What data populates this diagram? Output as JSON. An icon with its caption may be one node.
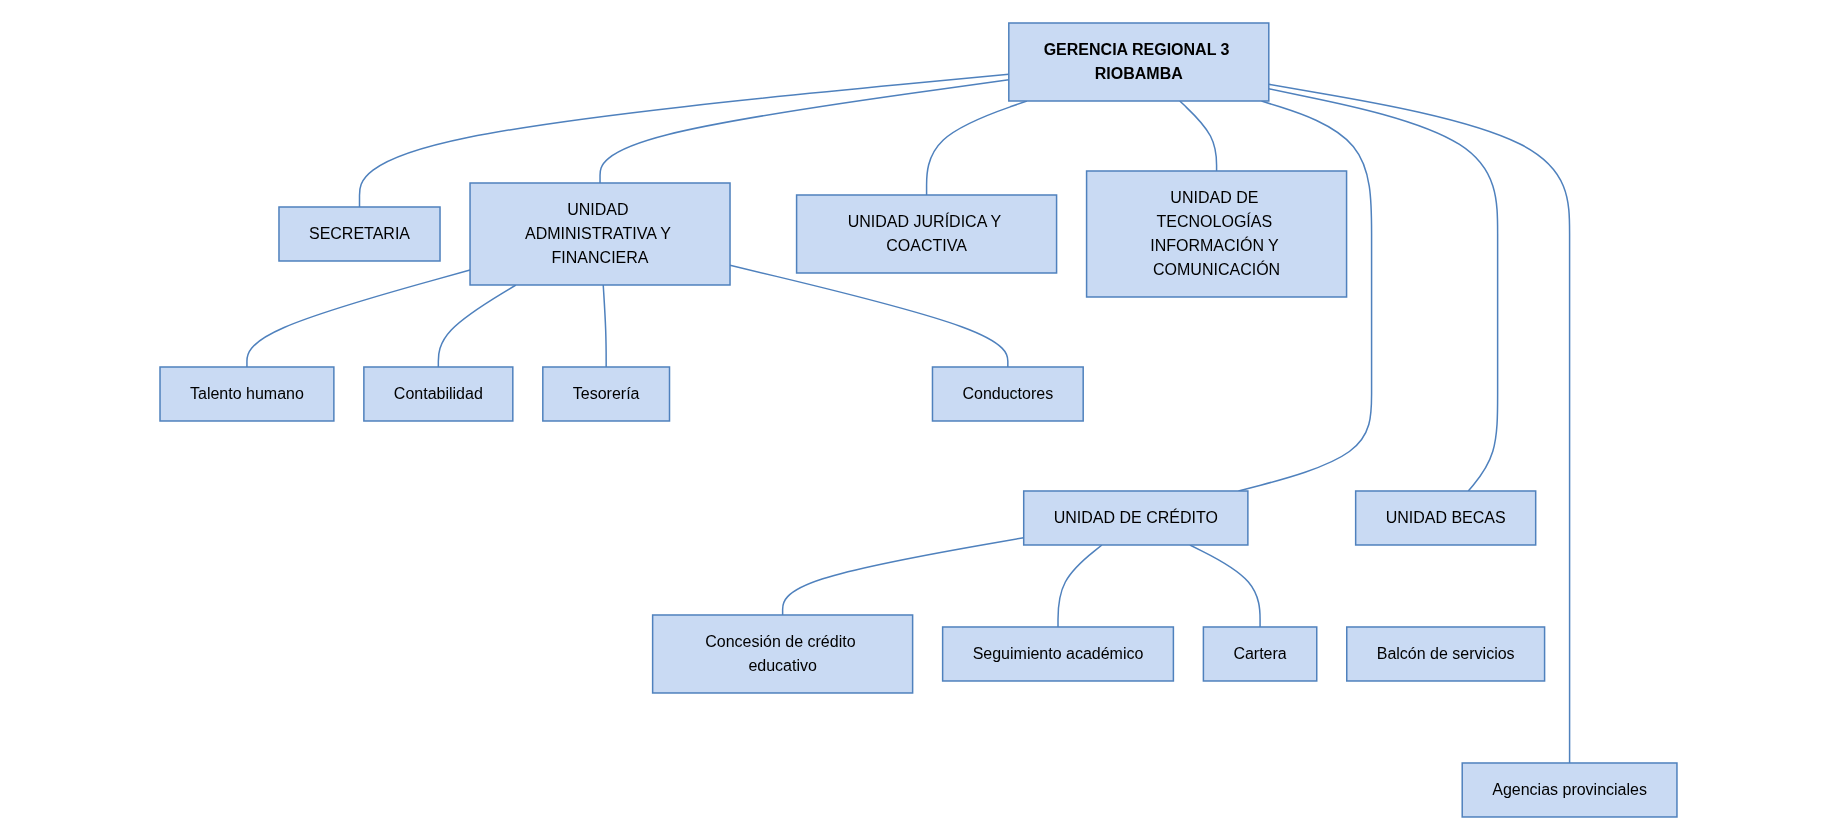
{
  "diagram": {
    "nodes": [
      {
        "text": [
          "GERENCIA REGIONAL 3 RIOBAMBA"
        ]
      },
      {
        "text": [
          "SECRETARIA"
        ]
      },
      {
        "text": [
          "UNIDAD ADMINISTRATIVA Y FINANCIERA"
        ]
      },
      {
        "text": [
          "UNIDAD JURÍDICA Y COACTIVA"
        ]
      },
      {
        "text": [
          "UNIDAD DE TECNOLOGÍAS INFORMACIÓN Y COMUNICACIÓN"
        ]
      },
      {
        "text": [
          "Talento humano"
        ]
      },
      {
        "text": [
          "Contabilidad"
        ]
      },
      {
        "text": [
          "Tesorería"
        ]
      },
      {
        "text": [
          "Conductores"
        ]
      },
      {
        "text": [
          "UNIDAD DE CRÉDITO"
        ]
      },
      {
        "text": [
          "UNIDAD BECAS"
        ]
      },
      {
        "text": [
          "Concesión de crédito educativo"
        ]
      },
      {
        "text": [
          "Seguimiento académico"
        ]
      },
      {
        "text": [
          "Cartera"
        ]
      },
      {
        "text": [
          "Balcón de servicios"
        ]
      },
      {
        "text": [
          "Agencias provinciales"
        ]
      }
    ],
    "edges": [
      {
        "from": 0,
        "to": 1,
        "arrow": "none"
      },
      {
        "from": 0,
        "to": 2,
        "arrow": "none"
      },
      {
        "from": 0,
        "to": 3,
        "arrow": "none"
      },
      {
        "from": 0,
        "to": 4,
        "arrow": "none"
      },
      {
        "from": 2,
        "to": 5,
        "arrow": "none"
      },
      {
        "from": 2,
        "to": 6,
        "arrow": "none"
      },
      {
        "from": 2,
        "to": 7,
        "arrow": "none"
      },
      {
        "from": 2,
        "to": 8,
        "arrow": "none"
      },
      {
        "from": 0,
        "to": 9,
        "arrow": "none"
      },
      {
        "from": 0,
        "to": 10,
        "arrow": "none"
      },
      {
        "from": 9,
        "to": 11,
        "arrow": "none"
      },
      {
        "from": 9,
        "to": 12,
        "arrow": "none"
      },
      {
        "from": 9,
        "to": 13,
        "arrow": "none"
      },
      {
        "from": 0,
        "to": 15,
        "arrow": "none"
      }
    ]
  }
}
